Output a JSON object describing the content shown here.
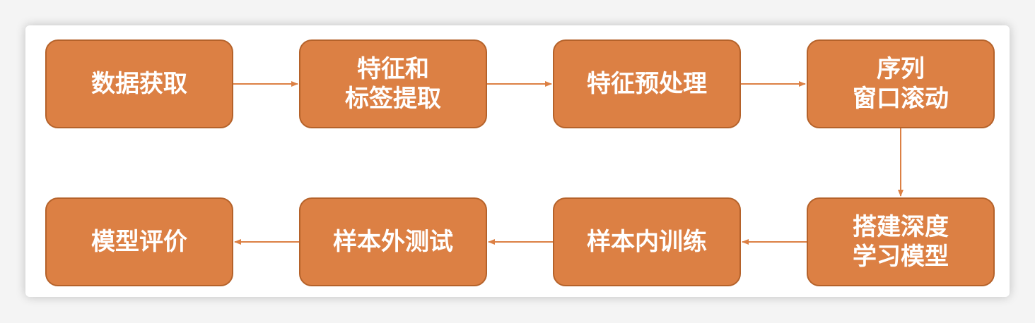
{
  "flow": {
    "nodes": [
      {
        "id": "data-acquisition",
        "label": "数据获取"
      },
      {
        "id": "feature-label-extraction",
        "label": "特征和\n标签提取"
      },
      {
        "id": "feature-preprocessing",
        "label": "特征预处理"
      },
      {
        "id": "sequence-window-rolling",
        "label": "序列\n窗口滚动"
      },
      {
        "id": "build-deep-learning-model",
        "label": "搭建深度\n学习模型"
      },
      {
        "id": "in-sample-training",
        "label": "样本内训练"
      },
      {
        "id": "out-of-sample-testing",
        "label": "样本外测试"
      },
      {
        "id": "model-evaluation",
        "label": "模型评价"
      }
    ]
  },
  "colors": {
    "node_fill": "#dc8044",
    "node_border": "#b5622a",
    "arrow": "#dc8044",
    "text": "#ffffff"
  }
}
